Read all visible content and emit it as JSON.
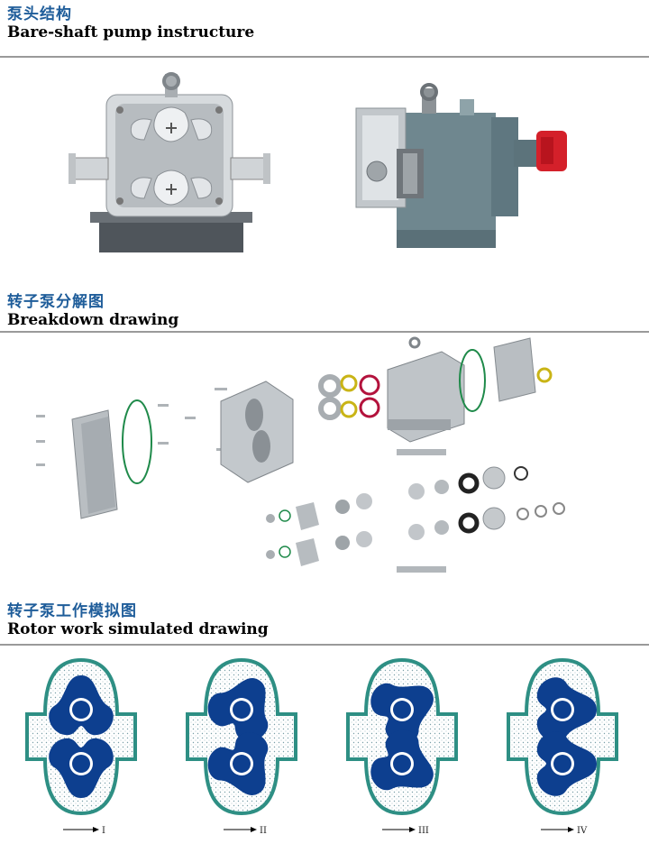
{
  "sections": [
    {
      "title_zh": "泵头结构",
      "title_en": "Bare-shaft pump instructure"
    },
    {
      "title_zh": "转子泵分解图",
      "title_en": "Breakdown drawing"
    },
    {
      "title_zh": "转子泵工作模拟图",
      "title_en": "Rotor work simulated drawing"
    }
  ],
  "simulation_steps": [
    "I",
    "II",
    "III",
    "IV"
  ],
  "colors": {
    "heading_zh": "#1f5d9a",
    "rule": "#9a9a9a",
    "rotor": "#0d3f8f",
    "casing": "#2e8f84",
    "motor_red": "#d4202a",
    "steel": "#c9cdd2",
    "base_grey": "#5f7a82"
  }
}
